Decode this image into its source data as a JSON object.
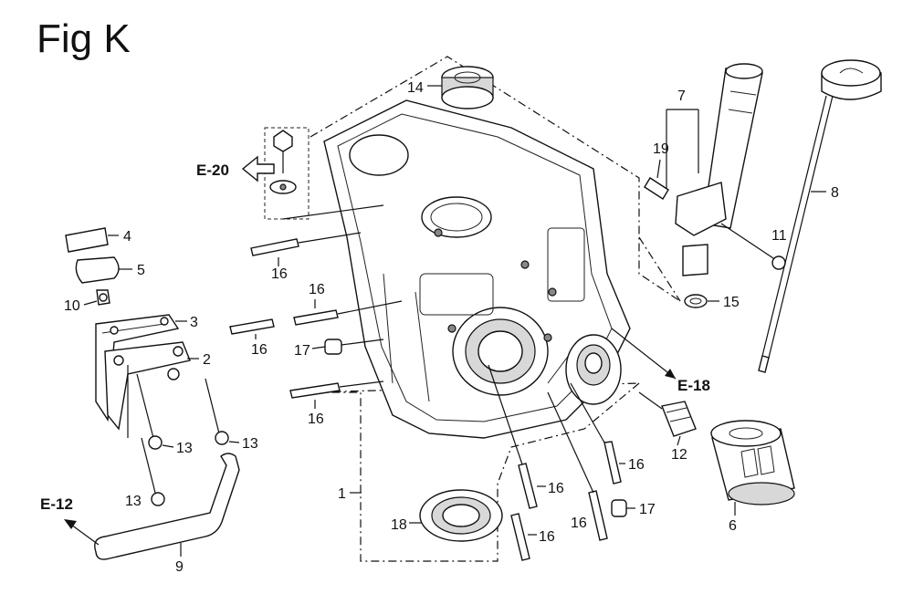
{
  "figure": {
    "title": "Fig K"
  },
  "refs": {
    "e20": "E-20",
    "e18": "E-18",
    "e12": "E-12"
  },
  "labels": {
    "l14": "14",
    "l7": "7",
    "l19": "19",
    "l8": "8",
    "l11": "11",
    "l15": "15",
    "l4": "4",
    "l5": "5",
    "l10": "10",
    "l3": "3",
    "l2": "2",
    "l16a": "16",
    "l16b": "16",
    "l16c": "16",
    "l16d": "16",
    "l16e": "16",
    "l16f": "16",
    "l16g": "16",
    "l16h": "16",
    "l17a": "17",
    "l17b": "17",
    "l13a": "13",
    "l13b": "13",
    "l13c": "13",
    "l1": "1",
    "l12": "12",
    "l6": "6",
    "l18": "18",
    "l9": "9"
  }
}
